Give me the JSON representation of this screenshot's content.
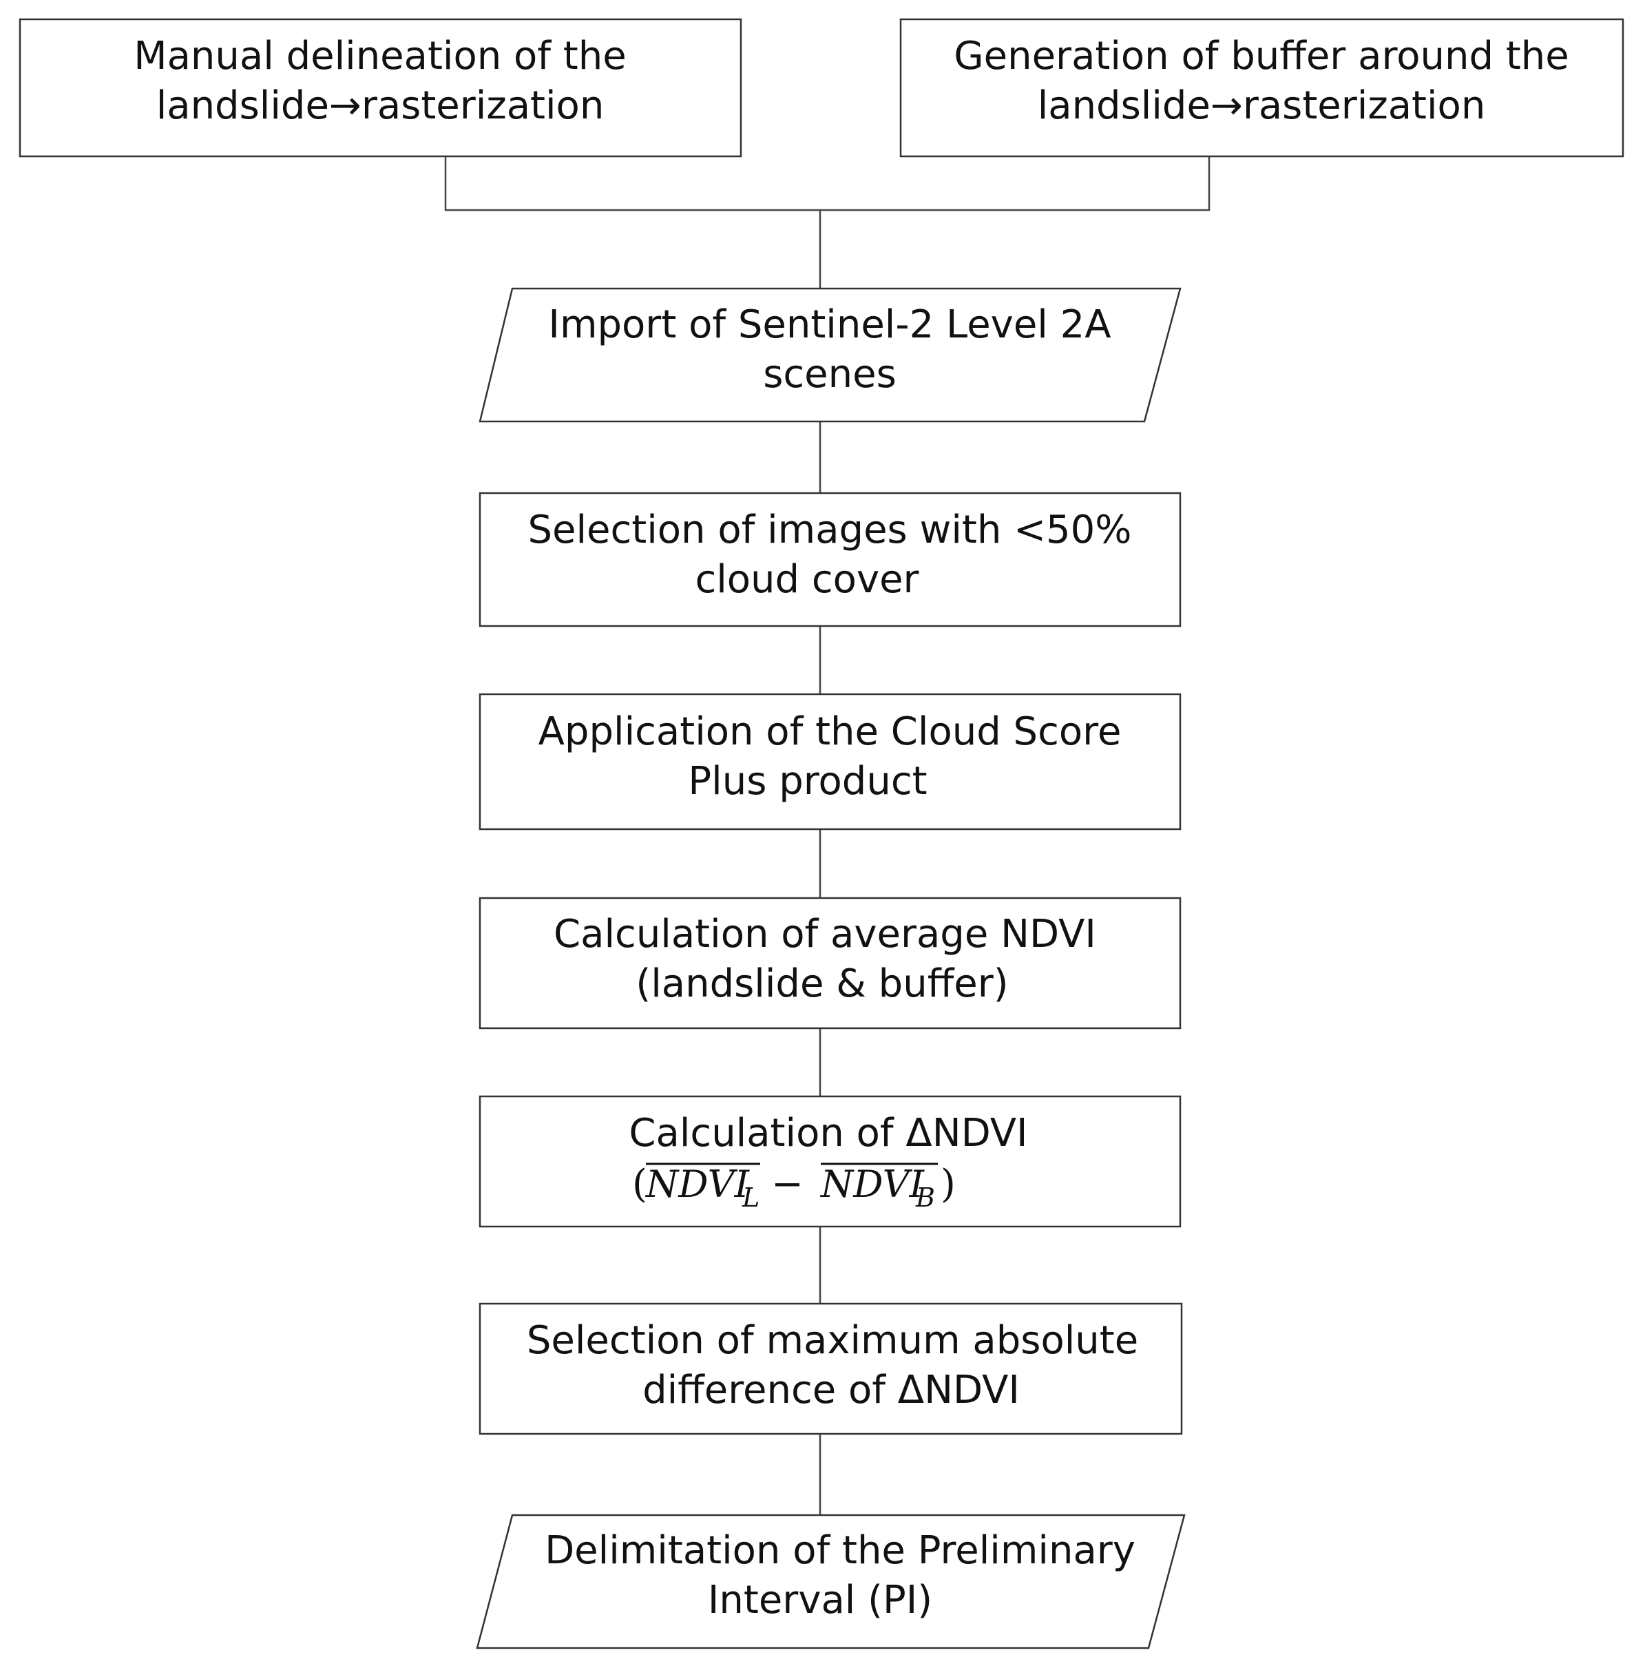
{
  "nodes": {
    "manual_delineation": {
      "lines": [
        "Manual delineation of the",
        "landslide→rasterization"
      ]
    },
    "buffer_generation": {
      "lines": [
        "Generation of buffer around the",
        "landslide→rasterization"
      ]
    },
    "import_sentinel": {
      "lines": [
        "Import of Sentinel-2 Level 2A",
        "scenes"
      ]
    },
    "select_images": {
      "lines": [
        "Selection of images with <50%",
        "cloud cover"
      ]
    },
    "cloud_score": {
      "lines": [
        "Application of the Cloud Score",
        "Plus product"
      ]
    },
    "avg_ndvi": {
      "lines": [
        "Calculation of average NDVI",
        "(landslide & buffer)"
      ]
    },
    "delta_ndvi": {
      "line1": "Calculation of  ΔNDVI",
      "formula": {
        "open": "(",
        "term1": "NDVI",
        "sub1": "L",
        "minus": "−",
        "term2": "NDVI",
        "sub2": "B",
        "close": ")"
      }
    },
    "max_abs_diff": {
      "lines": [
        "Selection of maximum absolute",
        "difference of  ΔNDVI"
      ]
    },
    "preliminary_interval": {
      "lines": [
        "Delimitation of the Preliminary",
        "Interval (PI)"
      ]
    }
  }
}
